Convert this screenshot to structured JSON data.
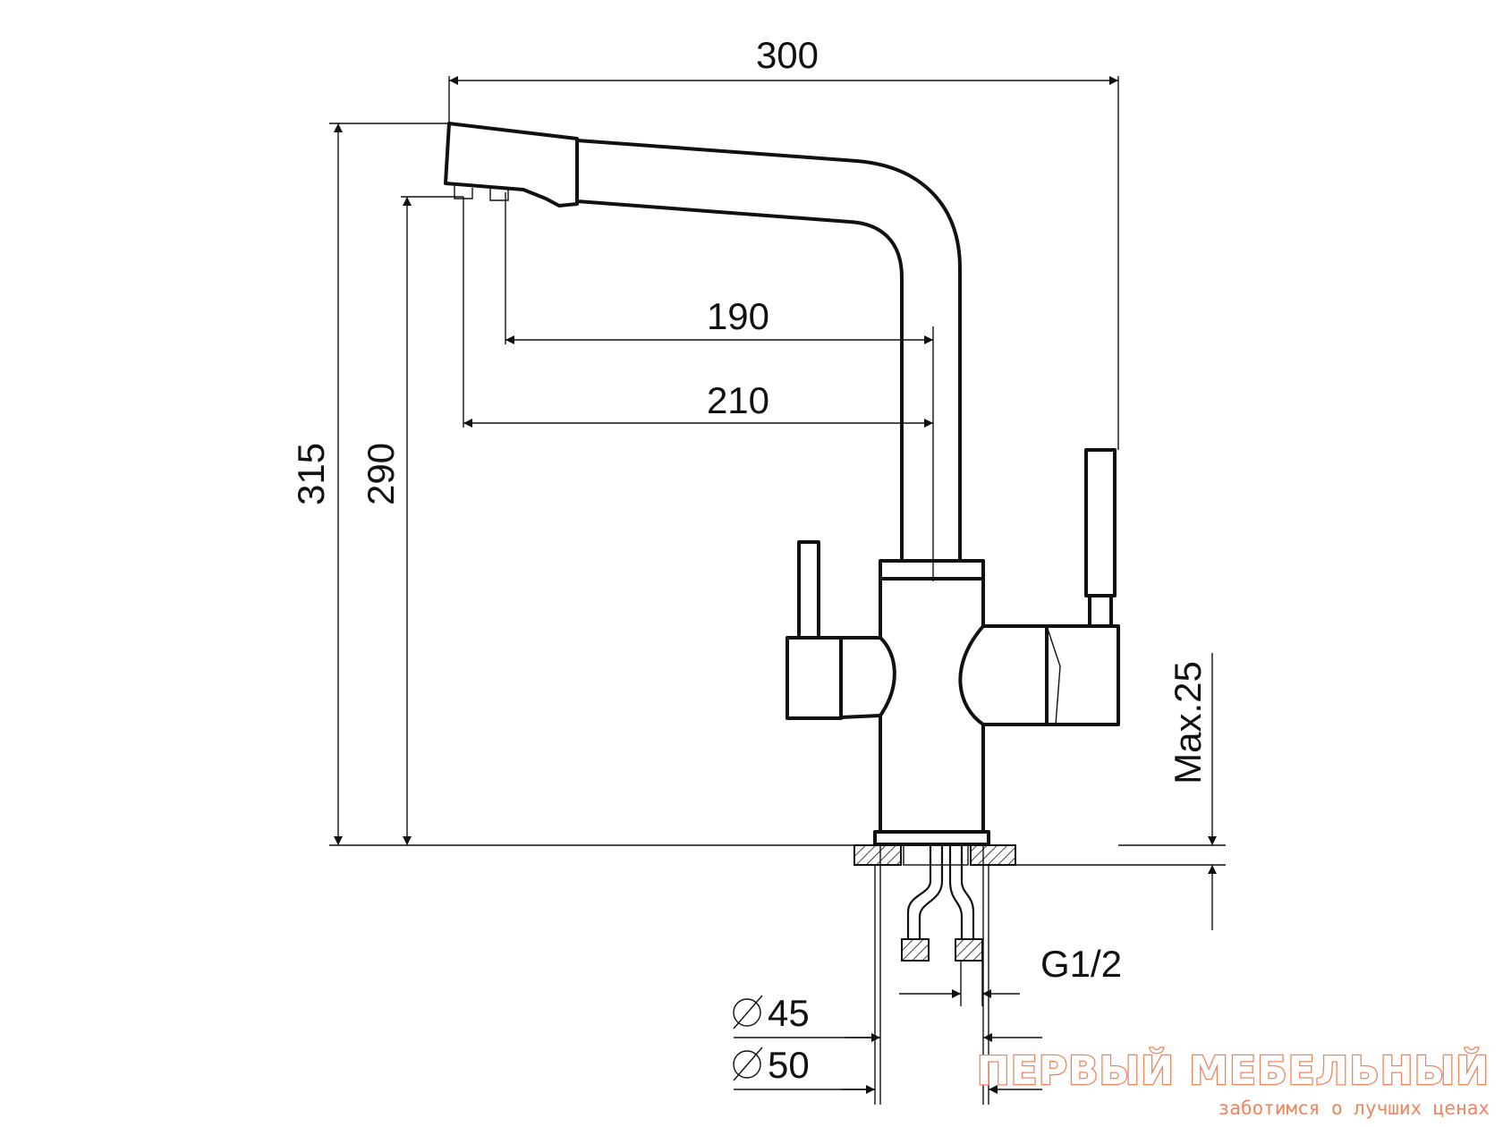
{
  "dimensions": {
    "overall_width": "300",
    "spout_reach_1": "190",
    "spout_reach_2": "210",
    "overall_height": "315",
    "spout_height": "290",
    "max_countertop": "Max.25",
    "thread": "G1/2",
    "diameter_1": "45",
    "diameter_2": "50"
  },
  "logo": {
    "title": "ПЕРВЫЙ МЕБЕЛЬНЫЙ",
    "tagline": "заботимся о лучших ценах"
  },
  "colors": {
    "line": "#111111",
    "logo": "#f0845b"
  }
}
